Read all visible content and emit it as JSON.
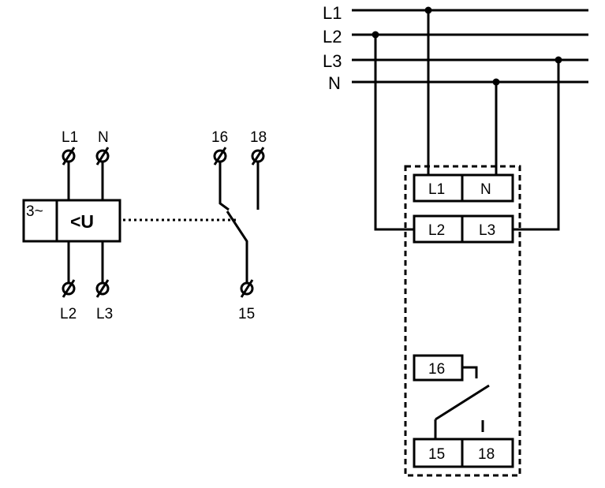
{
  "left_diagram": {
    "supply_label": "3~",
    "function_label": "<U",
    "top_terminals": [
      "L1",
      "N"
    ],
    "bottom_terminals": [
      "L2",
      "L3"
    ],
    "contact_top": [
      "16",
      "18"
    ],
    "contact_bottom": "15"
  },
  "right_diagram": {
    "bus_labels": [
      "L1",
      "L2",
      "L3",
      "N"
    ],
    "module_top_row": [
      "L1",
      "N"
    ],
    "module_second_row": [
      "L2",
      "L3"
    ],
    "relay_nc": "16",
    "relay_bottom_row": [
      "15",
      "18"
    ]
  }
}
